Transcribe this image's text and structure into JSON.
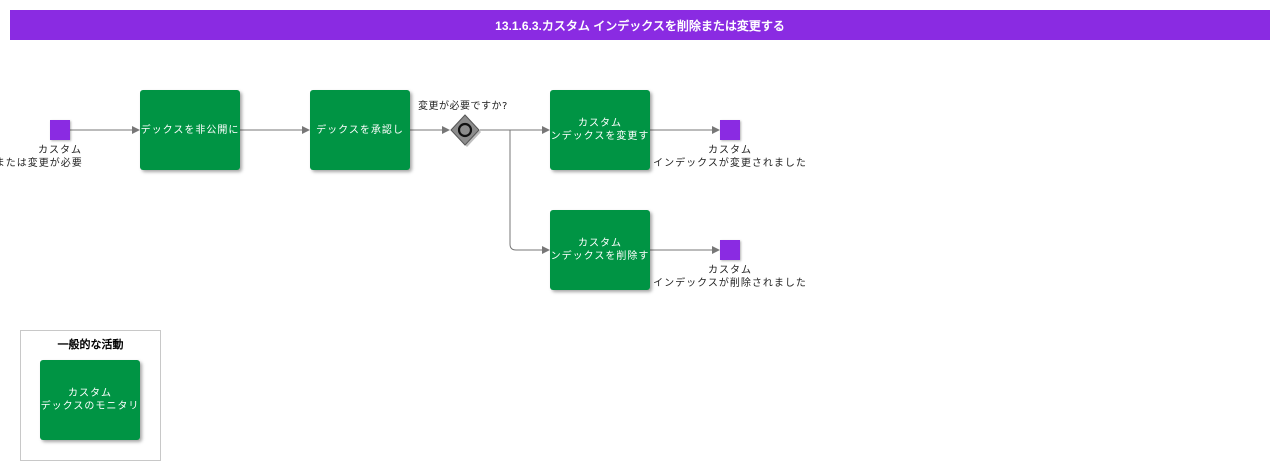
{
  "title": "13.1.6.3.カスタム インデックスを削除または変更する",
  "colors": {
    "title_bar": "#8a2be2",
    "event": "#8a2be2",
    "task": "#009444",
    "gateway": "#808080",
    "connector": "#777777"
  },
  "start_event": {
    "line1": "カスタム",
    "line2": "クスの削除または変更が必要"
  },
  "tasks": [
    {
      "lines": [
        "デックスを非公開に"
      ]
    },
    {
      "lines": [
        "デックスを承認し"
      ]
    },
    {
      "lines": [
        "カスタム",
        "ンデックスを変更す"
      ]
    },
    {
      "lines": [
        "カスタム",
        "ンデックスを削除す"
      ]
    }
  ],
  "gateway": {
    "question": "変更が必要ですか?",
    "icon": "circle-gateway-icon"
  },
  "end_events": [
    {
      "line1": "カスタム",
      "line2": "インデックスが変更されました"
    },
    {
      "line1": "カスタム",
      "line2": "インデックスが削除されました"
    }
  ],
  "general_activity": {
    "title": "一般的な活動",
    "task_lines": [
      "カスタム",
      "デックスのモニタリ"
    ]
  }
}
